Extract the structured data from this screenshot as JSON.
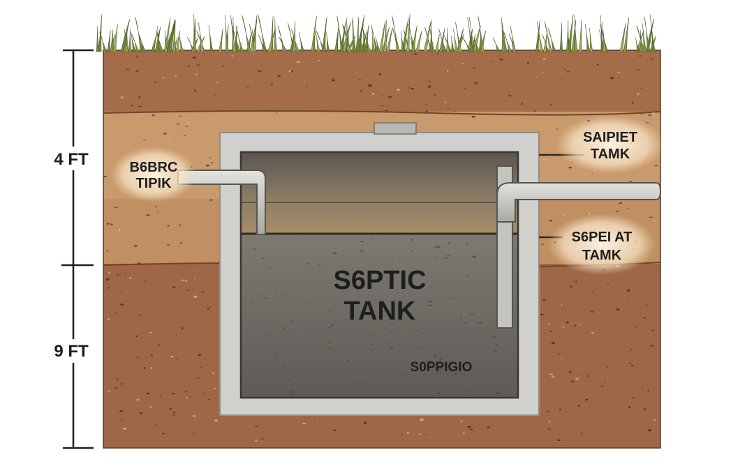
{
  "dimensions": {
    "upper": "4 FT",
    "lower": "9 FT"
  },
  "labels": {
    "inlet_pipe": [
      "B6BRC",
      "TIPIK"
    ],
    "outlet_top": [
      "SAIPIET",
      "TAMK"
    ],
    "outlet_bottom": [
      "S6PEI AT",
      "TAMK"
    ],
    "tank_title": [
      "S6PTIC",
      "TANK"
    ],
    "tank_sub": "S0PPIGIO"
  },
  "colors": {
    "grass": "#8a9b4a",
    "soil_top": "#a06a48",
    "soil_mid": "#c4966a",
    "soil_bottom": "#9e6646",
    "concrete": "#cfcfcb",
    "liquid": "#6f6b65",
    "pipe": "#c8c8c4",
    "ink": "#1e1e1e"
  }
}
